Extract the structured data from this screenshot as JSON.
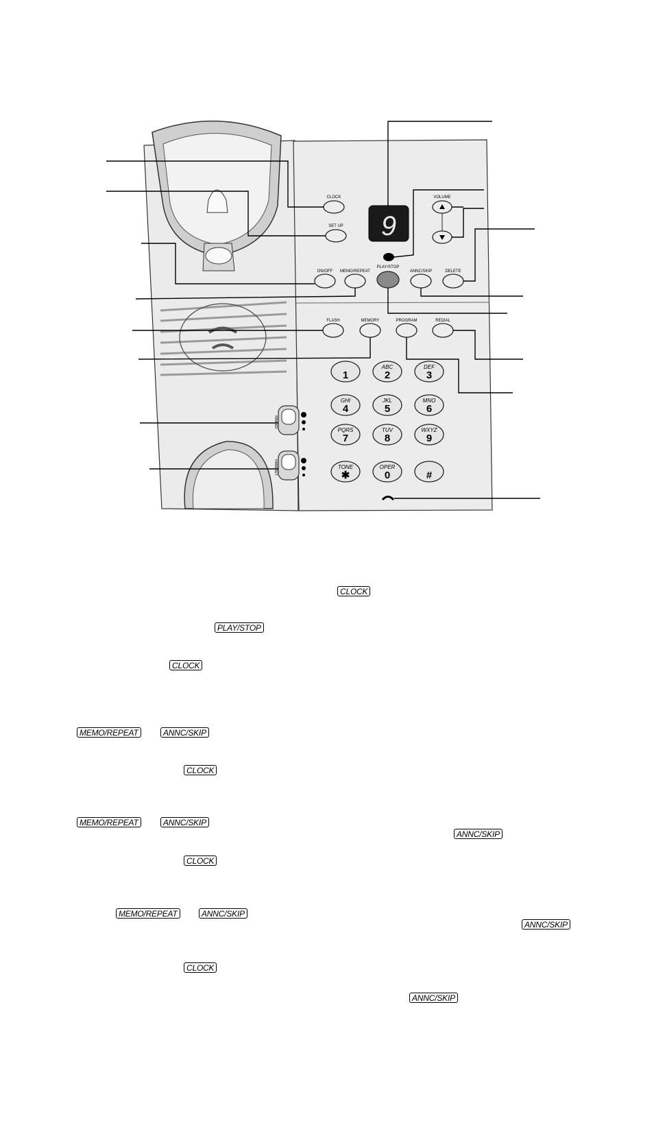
{
  "phone": {
    "buttons": {
      "clock": "CLOCK",
      "set_up": "SET UP",
      "on_off": "ON/OFF",
      "memo_repeat": "MEMO/REPEAT",
      "play_stop": "PLAY/STOP",
      "annc_skip": "ANNC/SKIP",
      "delete": "DELETE",
      "volume": "VOLUME",
      "flash": "FLASH",
      "memory": "MEMORY",
      "program": "PROGRAM",
      "redial": "REDIAL"
    },
    "display_digit": "9",
    "switches": {
      "ringer": "RINGER",
      "handset": "HANDSET"
    },
    "keypad": [
      {
        "letters": "",
        "digit": "1"
      },
      {
        "letters": "ABC",
        "digit": "2"
      },
      {
        "letters": "DEF",
        "digit": "3"
      },
      {
        "letters": "GHI",
        "digit": "4"
      },
      {
        "letters": "JKL",
        "digit": "5"
      },
      {
        "letters": "MNO",
        "digit": "6"
      },
      {
        "letters": "PQRS",
        "digit": "7"
      },
      {
        "letters": "TUV",
        "digit": "8"
      },
      {
        "letters": "WXYZ",
        "digit": "9"
      },
      {
        "letters": "TONE",
        "digit": "✱"
      },
      {
        "letters": "OPER",
        "digit": "0"
      },
      {
        "letters": "",
        "digit": "#"
      }
    ]
  },
  "text_chips": {
    "c1": "CLOCK",
    "c2": "PLAY/STOP",
    "c3": "CLOCK",
    "c4": "MEMO/REPEAT",
    "c5": "ANNC/SKIP",
    "c6": "CLOCK",
    "c7": "MEMO/REPEAT",
    "c8": "ANNC/SKIP",
    "c9": "ANNC/SKIP",
    "c10": "CLOCK",
    "c11": "MEMO/REPEAT",
    "c12": "ANNC/SKIP",
    "c13": "ANNC/SKIP",
    "c14": "CLOCK",
    "c15": "ANNC/SKIP"
  }
}
